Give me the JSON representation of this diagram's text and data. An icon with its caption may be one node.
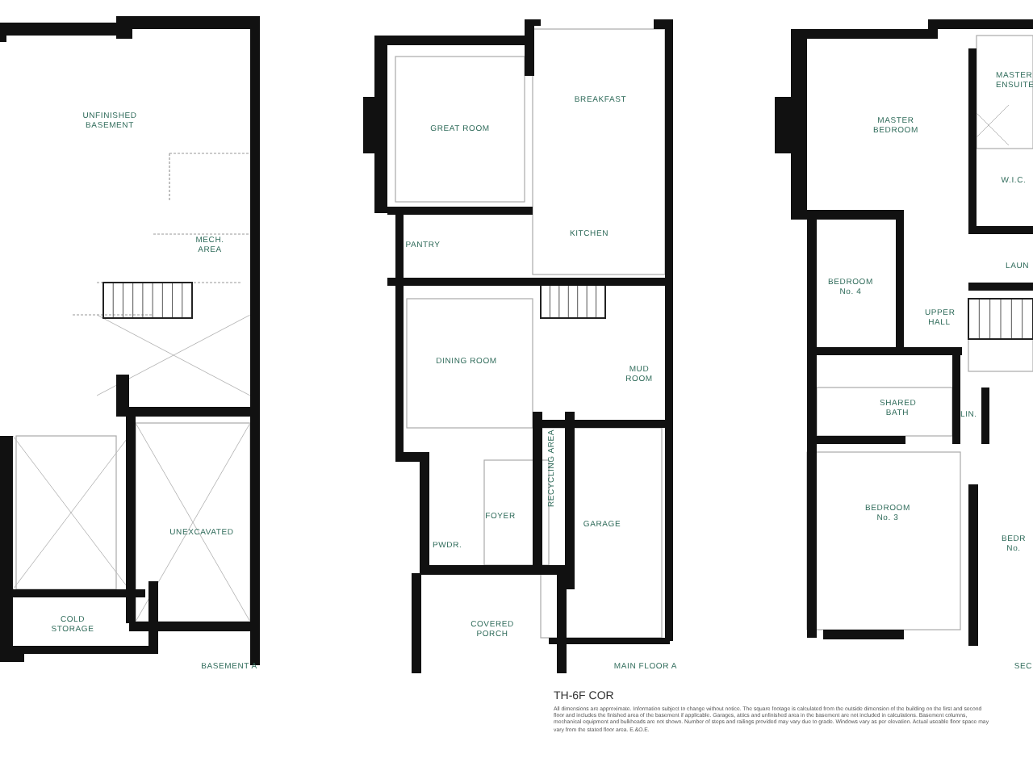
{
  "diagram": {
    "title": "TH-6F COR",
    "caption": "All dimensions are approximate. Information subject to change without notice. The square footage is calculated from the outside dimension of the building on the first and second floor and includes the finished area of the basement if applicable. Garages, attics and unfinished area in the basement are not included in calculations. Basement columns, mechanical equipment and bulkheads are not shown. Number of steps and railings provided may vary due to grade. Windows vary as per elevation. Actual useable floor space may vary from the stated floor area. E.&O.E.",
    "labels": [
      "UNFINISHED BASEMENT",
      "MECH. AREA",
      "UNEXCAVATED",
      "COLD STORAGE",
      "BASEMENT A",
      "GREAT ROOM",
      "BREAKFAST",
      "KITCHEN",
      "PANTRY",
      "DINING ROOM",
      "MUD ROOM",
      "RECYCLING AREA",
      "FOYER",
      "PWDR.",
      "GARAGE",
      "COVERED PORCH",
      "MAIN FLOOR A",
      "MASTER BEDROOM",
      "MASTER ENSUITE",
      "W.I.C.",
      "LAUN",
      "BEDROOM No. 4",
      "UPPER HALL",
      "SHARED BATH",
      "LIN.",
      "BEDROOM No. 3",
      "BEDR No.",
      "SEC"
    ]
  }
}
